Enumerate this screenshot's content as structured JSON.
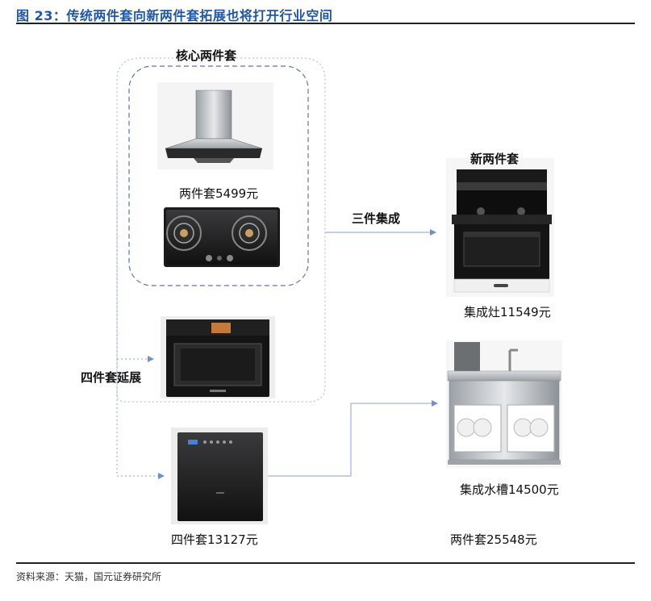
{
  "figure": {
    "title": "图 23：传统两件套向新两件套拓展也将打开行业空间",
    "source": "资料来源：天猫，国元证券研究所"
  },
  "labels": {
    "core_two_piece": "核心两件套",
    "two_piece_price": "两件套5499元",
    "three_piece_integration": "三件集成",
    "new_two_piece": "新两件套",
    "integrated_stove_price": "集成灶11549元",
    "four_piece_extension": "四件套延展",
    "integrated_sink_price": "集成水槽14500元",
    "four_piece_price": "四件套13127元",
    "new_two_piece_price": "两件套25548元"
  },
  "colors": {
    "title_blue": "#1f56a8",
    "dashed_border": "#8a9cc7",
    "arrow": "#8aa3cf"
  }
}
